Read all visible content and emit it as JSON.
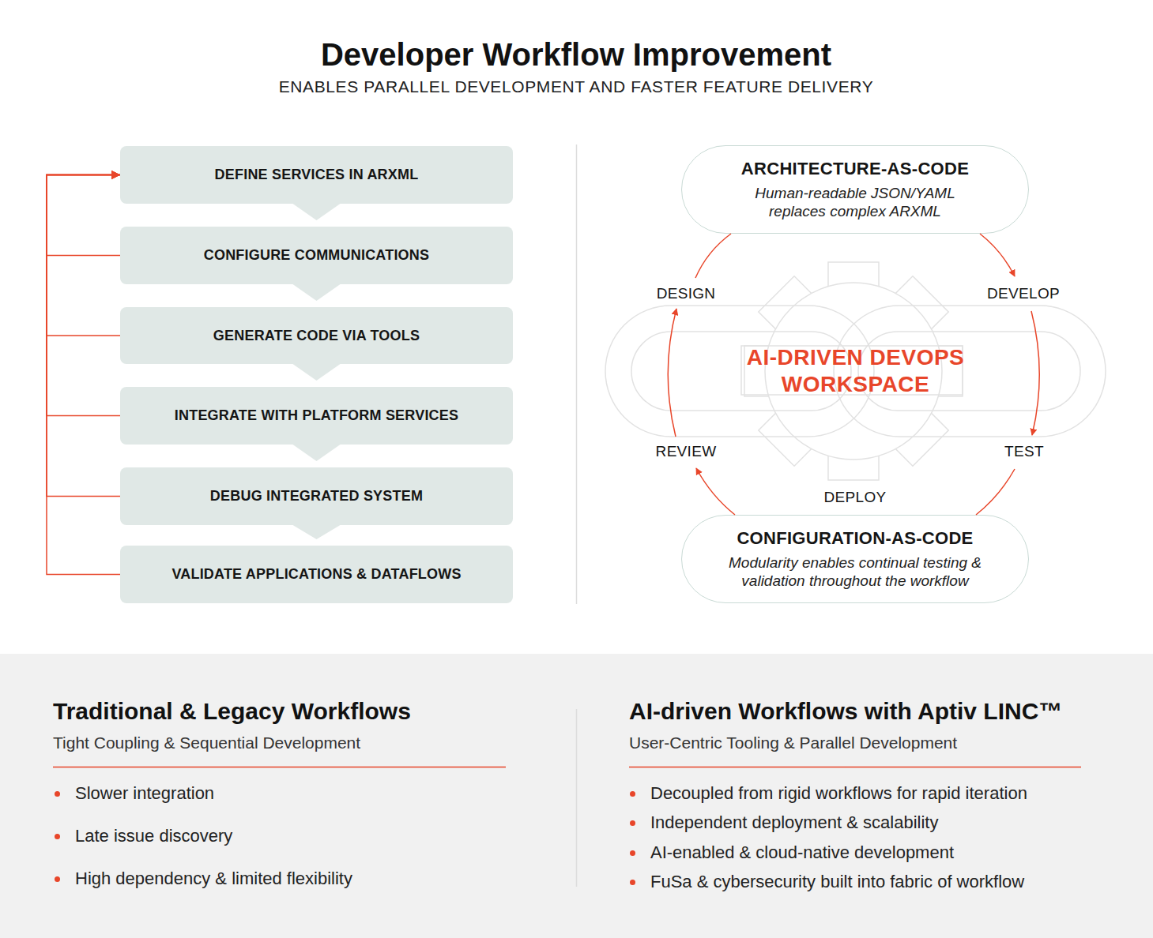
{
  "diagram": {
    "title": "Developer Workflow Improvement",
    "nodes": [
      {
        "text": [
          "DEFINE SERVICES IN ARXML"
        ]
      },
      {
        "text": [
          "CONFIGURE COMMUNICATIONS"
        ]
      },
      {
        "text": [
          "GENERATE CODE VIA TOOLS"
        ]
      },
      {
        "text": [
          "INTEGRATE WITH PLATFORM SERVICES"
        ]
      },
      {
        "text": [
          "DEBUG INTEGRATED SYSTEM"
        ]
      },
      {
        "text": [
          "VALIDATE APPLICATIONS & DATAFLOWS"
        ]
      },
      {
        "text": [
          "ARCHITECTURE-AS-CODE",
          "Human-readable JSON/YAML replaces complex ARXML"
        ]
      },
      {
        "text": [
          "AI-DRIVEN DEVOPS WORKSPACE"
        ]
      },
      {
        "text": [
          "CONFIGURATION-AS-CODE",
          "Modularity enables continual testing & validation throughout the workflow"
        ]
      },
      {
        "text": [
          "Traditional & Legacy Workflows",
          "Tight Coupling & Sequential Development",
          "Slower integration",
          "Late issue discovery",
          "High dependency & limited flexibility",
          "AI-driven Workflows with Aptiv LINC™",
          "User-Centric Tooling & Parallel Development",
          "Decoupled from rigid workflows for rapid iteration",
          "Independent deployment & scalability",
          "AI-enabled & cloud-native development",
          "FuSa & cybersecurity built into fabric of workflow"
        ]
      }
    ],
    "edges": [
      {
        "from": 0,
        "to": 1,
        "arrow": "to"
      },
      {
        "from": 1,
        "to": 2,
        "arrow": "to"
      },
      {
        "from": 2,
        "to": 3,
        "arrow": "to"
      },
      {
        "from": 3,
        "to": 4,
        "arrow": "to"
      },
      {
        "from": 4,
        "to": 5,
        "arrow": "to"
      },
      {
        "from": 1,
        "to": 0,
        "arrow": "to"
      },
      {
        "from": 2,
        "to": 0,
        "arrow": "to"
      },
      {
        "from": 3,
        "to": 0,
        "arrow": "to"
      },
      {
        "from": 4,
        "to": 0,
        "arrow": "to"
      },
      {
        "from": 5,
        "to": 0,
        "arrow": "to"
      }
    ],
    "labels": [
      "ENABLES PARALLEL DEVELOPMENT AND FASTER FEATURE DELIVERY",
      "DESIGN",
      "DEVELOP",
      "TEST",
      "DEPLOY",
      "REVIEW"
    ]
  }
}
